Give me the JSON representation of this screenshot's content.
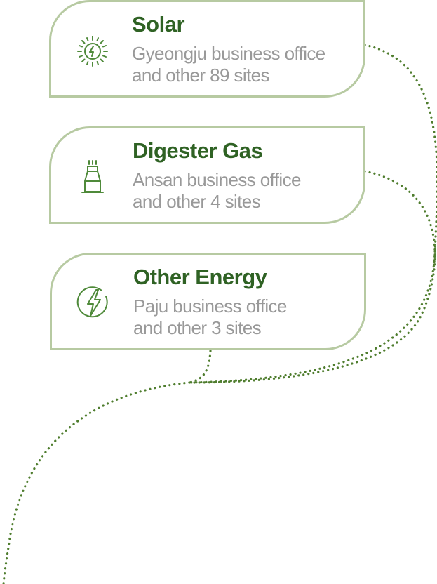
{
  "sites": [
    {
      "title": "Solar",
      "line1": "Gyeongju business office",
      "line2": "and other 89 sites",
      "icon": "sun-bolt-icon"
    },
    {
      "title": "Digester Gas",
      "line1": "Ansan business office",
      "line2": "and other 4 sites",
      "icon": "digester-tower-icon"
    },
    {
      "title": "Other Energy",
      "line1": "Paju business office",
      "line2": "and other 3 sites",
      "icon": "lightning-circle-icon"
    }
  ],
  "colors": {
    "title": "#2f6224",
    "text": "#999999",
    "border": "#b7caa2",
    "icon": "#4f8a3a",
    "connector": "#4f7d2e"
  }
}
